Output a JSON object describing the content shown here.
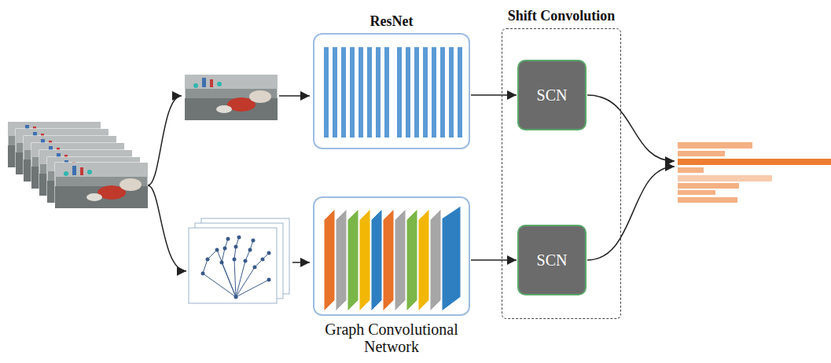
{
  "diagram": {
    "nodes": [
      {
        "text": [
          "ResNet"
        ]
      },
      {
        "text": [
          "Graph Convolutional Network"
        ]
      },
      {
        "text": [
          "Shift Convolution"
        ]
      },
      {
        "text": [
          "SCN"
        ],
        "in": 2
      },
      {
        "text": [
          "SCN"
        ],
        "in": 2
      }
    ],
    "edges": [
      {
        "from": 0,
        "to": 3,
        "arrow": "to"
      },
      {
        "from": 1,
        "to": 4,
        "arrow": "to"
      }
    ]
  }
}
